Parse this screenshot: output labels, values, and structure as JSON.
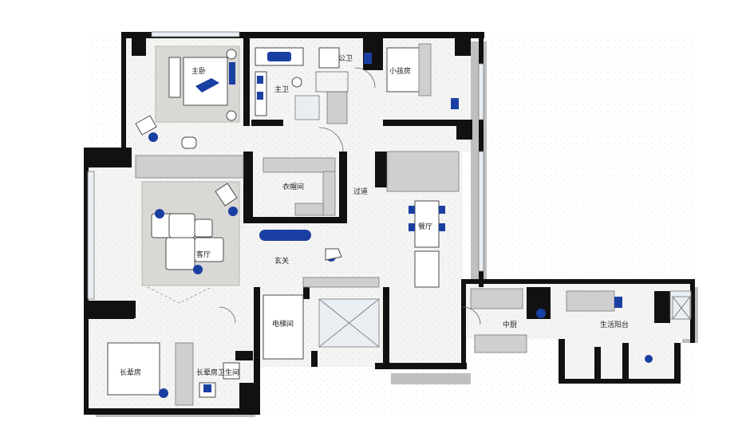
{
  "rooms": {
    "master_bedroom": "主卧",
    "master_bath": "主卫",
    "public_bath": "公卫",
    "kids_room": "小孩房",
    "closet": "衣帽间",
    "corridor": "过道",
    "living_room": "客厅",
    "dining_room": "餐厅",
    "foyer": "玄关",
    "elevator_hall": "电梯间",
    "elder_room": "长辈房",
    "elder_bath": "长辈房卫生间",
    "kitchen": "中厨",
    "utility_balcony": "生活阳台"
  },
  "colors": {
    "accent": "#1a3fa3",
    "wall": "#111111",
    "floor": "#f4f4f2"
  }
}
